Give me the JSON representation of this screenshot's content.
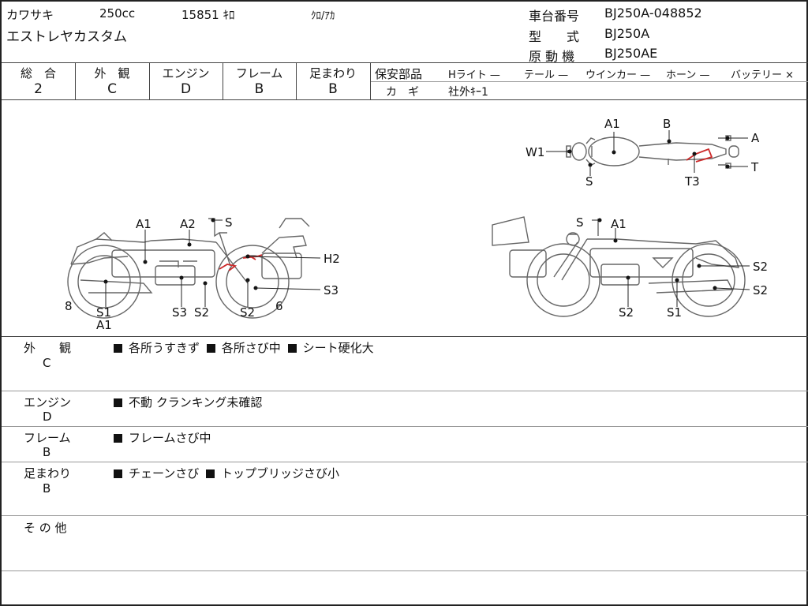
{
  "header": {
    "maker": "カワサキ",
    "displacement": "250cc",
    "mileage": "15851 ｷﾛ",
    "color": "ｸﾛ/ｱｶ",
    "model_name": "エストレヤカスタム",
    "frame_no_label": "車台番号",
    "frame_no": "BJ250A-048852",
    "type_label": "型　　式",
    "type_value": "BJ250A",
    "engine_label": "原 動 機",
    "engine_value": "BJ250AE"
  },
  "grades": {
    "columns": [
      {
        "label": "総　合",
        "value": "2"
      },
      {
        "label": "外　観",
        "value": "C"
      },
      {
        "label": "エンジン",
        "value": "D"
      },
      {
        "label": "フレーム",
        "value": "B"
      },
      {
        "label": "足まわり",
        "value": "B"
      }
    ]
  },
  "safety": {
    "label": "保安部品",
    "items": [
      {
        "name": "Hライト",
        "value": "—"
      },
      {
        "name": "テール",
        "value": "—"
      },
      {
        "name": "ウインカー",
        "value": "—"
      },
      {
        "name": "ホーン",
        "value": "—"
      },
      {
        "name": "バッテリー",
        "value": "×"
      }
    ],
    "key_label": "カ　ギ",
    "key_value": "社外ｷｰ1"
  },
  "diagram_labels": {
    "top": [
      "A1",
      "B",
      "A",
      "W1",
      "S",
      "T3",
      "T"
    ],
    "left": [
      "A1",
      "A2",
      "S",
      "H2",
      "S3",
      "8",
      "S1",
      "A1",
      "S3",
      "S2",
      "S2",
      "6"
    ],
    "right": [
      "S",
      "A1",
      "S2",
      "S2",
      "S2",
      "S1"
    ]
  },
  "notes": [
    {
      "label": "外　　観",
      "grade": "C",
      "items": [
        "各所うすきず",
        "各所さび中",
        "シート硬化大"
      ]
    },
    {
      "label": "エンジン",
      "grade": "D",
      "items": [
        "不動 クランキング未確認"
      ]
    },
    {
      "label": "フレーム",
      "grade": "B",
      "items": [
        "フレームさび中"
      ]
    },
    {
      "label": "足まわり",
      "grade": "B",
      "items": [
        "チェーンさび",
        "トップブリッジさび小"
      ]
    },
    {
      "label": "そ の 他",
      "grade": "",
      "items": []
    }
  ],
  "colors": {
    "damage_mark": "#cc2a2a",
    "line": "#444444"
  }
}
